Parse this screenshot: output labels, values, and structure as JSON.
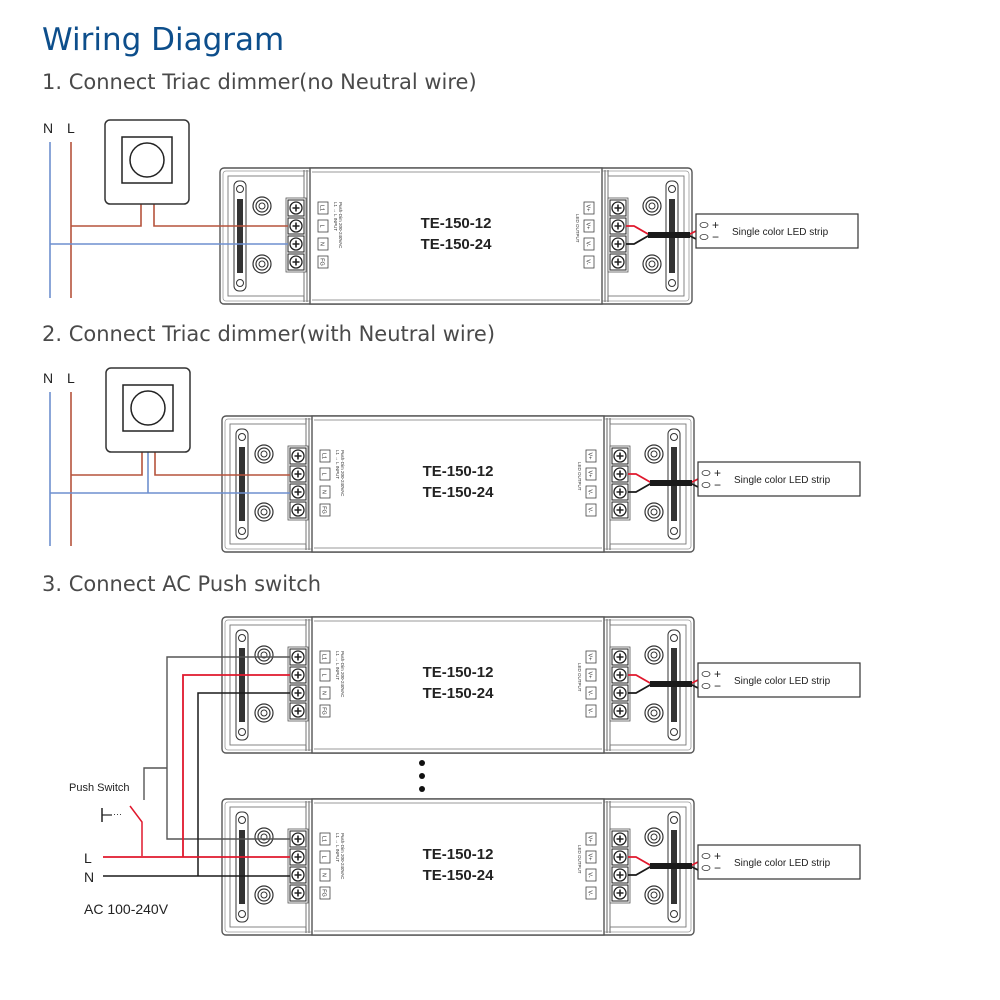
{
  "title": "Wiring Diagram",
  "colors": {
    "title": "#0d4e8b",
    "heading": "#4a4a4a",
    "live_wire": "#b5533c",
    "neutral_wire": "#6e8fcf",
    "red_wire": "#e0182d",
    "black_wire": "#1a1a1a",
    "switch_wire": "#555555"
  },
  "sections": [
    {
      "heading": "1. Connect Triac dimmer(no Neutral wire)",
      "mains_labels": [
        "N",
        "L"
      ],
      "driver": {
        "models": [
          "TE-150-12",
          "TE-150-24"
        ],
        "input_terminals": [
          "L1",
          "L",
          "N",
          "FG"
        ],
        "input_caption": [
          "L1 → L",
          "Push-Dim",
          "INPUT",
          "200-240VAC"
        ],
        "output_terminals": [
          "V+",
          "V+",
          "V-",
          "V-"
        ],
        "output_caption": "LED OUTPUT"
      },
      "load": {
        "label": "Single color LED strip",
        "pos": "+",
        "neg": "−"
      }
    },
    {
      "heading": "2. Connect Triac dimmer(with Neutral wire)",
      "mains_labels": [
        "N",
        "L"
      ],
      "driver": {
        "models": [
          "TE-150-12",
          "TE-150-24"
        ],
        "input_terminals": [
          "L1",
          "L",
          "N",
          "FG"
        ],
        "input_caption": [
          "L1 → L",
          "Push-Dim",
          "INPUT",
          "200-240VAC"
        ],
        "output_terminals": [
          "V+",
          "V+",
          "V-",
          "V-"
        ],
        "output_caption": "LED OUTPUT"
      },
      "load": {
        "label": "Single color LED strip",
        "pos": "+",
        "neg": "−"
      }
    },
    {
      "heading": "3. Connect AC Push switch",
      "push_switch_label": "Push Switch",
      "mains_labels": [
        "L",
        "N"
      ],
      "supply_label": "AC 100-240V",
      "drivers": [
        {
          "models": [
            "TE-150-12",
            "TE-150-24"
          ],
          "input_terminals": [
            "L1",
            "L",
            "N",
            "FG"
          ],
          "input_caption": [
            "L1 → L",
            "Push-Dim",
            "INPUT",
            "200-240VAC"
          ],
          "output_terminals": [
            "V+",
            "V+",
            "V-",
            "V-"
          ],
          "output_caption": "LED OUTPUT",
          "load": {
            "label": "Single color LED strip",
            "pos": "+",
            "neg": "−"
          }
        },
        {
          "models": [
            "TE-150-12",
            "TE-150-24"
          ],
          "input_terminals": [
            "L1",
            "L",
            "N",
            "FG"
          ],
          "input_caption": [
            "L1 → L",
            "Push-Dim",
            "INPUT",
            "200-240VAC"
          ],
          "output_terminals": [
            "V+",
            "V+",
            "V-",
            "V-"
          ],
          "output_caption": "LED OUTPUT",
          "load": {
            "label": "Single color LED strip",
            "pos": "+",
            "neg": "−"
          }
        }
      ],
      "continuation": "⋮"
    }
  ]
}
